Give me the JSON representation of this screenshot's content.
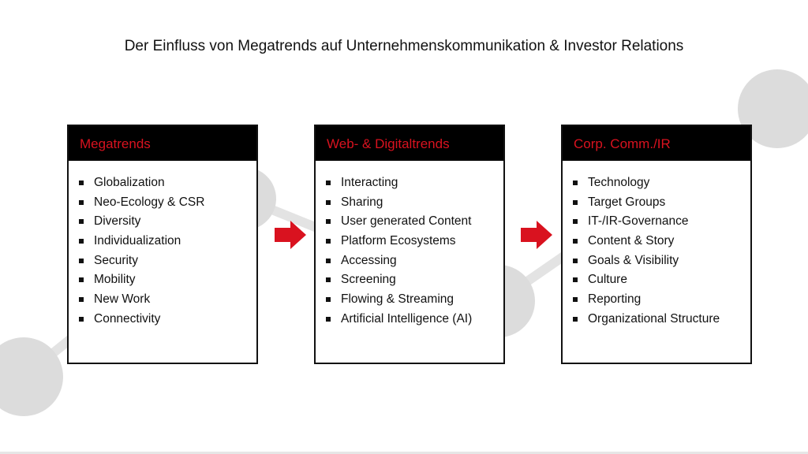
{
  "title": "Der Einfluss von Megatrends auf Unternehmenskommunikation & Investor Relations",
  "colors": {
    "accent": "#d9121f",
    "header_bg": "#000000",
    "bg_shape": "#d9d9d9"
  },
  "columns": [
    {
      "heading": "Megatrends",
      "items": [
        "Globalization",
        "Neo-Ecology & CSR",
        "Diversity",
        "Individualization",
        "Security",
        "Mobility",
        "New Work",
        "Connectivity"
      ]
    },
    {
      "heading": "Web- & Digitaltrends",
      "items": [
        "Interacting",
        "Sharing",
        "User generated Content",
        "Platform Ecosystems",
        "Accessing",
        "Screening",
        "Flowing & Streaming",
        "Artificial Intelligence (AI)"
      ]
    },
    {
      "heading": "Corp. Comm./IR",
      "items": [
        "Technology",
        "Target Groups",
        "IT-/IR-Governance",
        "Content & Story",
        "Goals & Visibility",
        "Culture",
        "Reporting",
        "Organizational Structure"
      ]
    }
  ]
}
